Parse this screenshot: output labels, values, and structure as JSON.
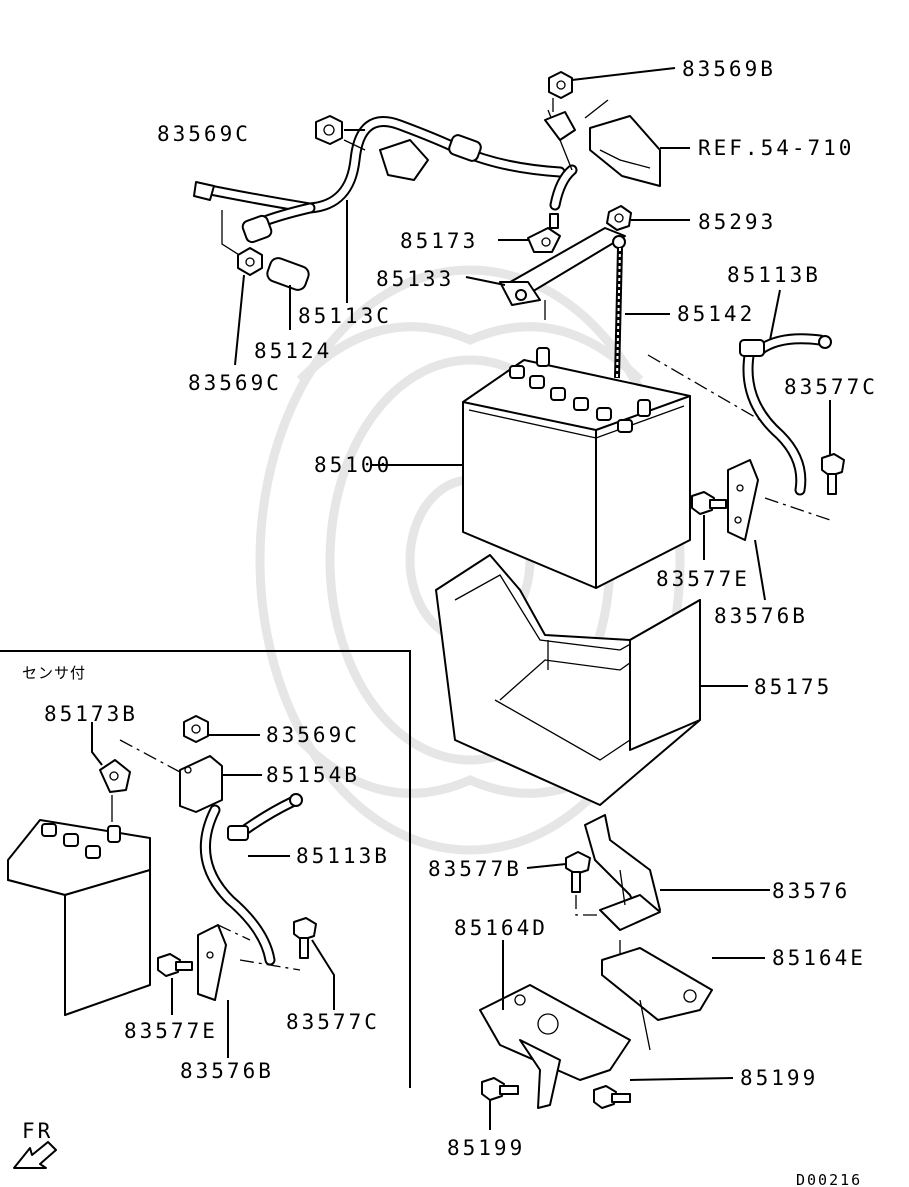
{
  "diagram": {
    "labels": {
      "p83569B": "83569B",
      "p83569C_top": "83569C",
      "pREF": "REF.54-710",
      "p85293": "85293",
      "p85173": "85173",
      "p85133": "85133",
      "p85142": "85142",
      "p85113B_right": "85113B",
      "p85113C": "85113C",
      "p85124": "85124",
      "p83569C_left": "83569C",
      "p83577C_right": "83577C",
      "p85100": "85100",
      "p83577E_right": "83577E",
      "p83576B_right": "83576B",
      "p85175": "85175",
      "p83577B": "83577B",
      "p83576": "83576",
      "p85164D": "85164D",
      "p85164E": "85164E",
      "p85199_right": "85199",
      "p85199_bottom": "85199"
    },
    "inset": {
      "title": "センサ付",
      "labels": {
        "p85173B": "85173B",
        "p83569C": "83569C",
        "p85154B": "85154B",
        "p85113B": "85113B",
        "p83577E": "83577E",
        "p83577C": "83577C",
        "p83576B": "83576B"
      }
    },
    "direction_label": "FR",
    "drawing_code": "D00216"
  }
}
